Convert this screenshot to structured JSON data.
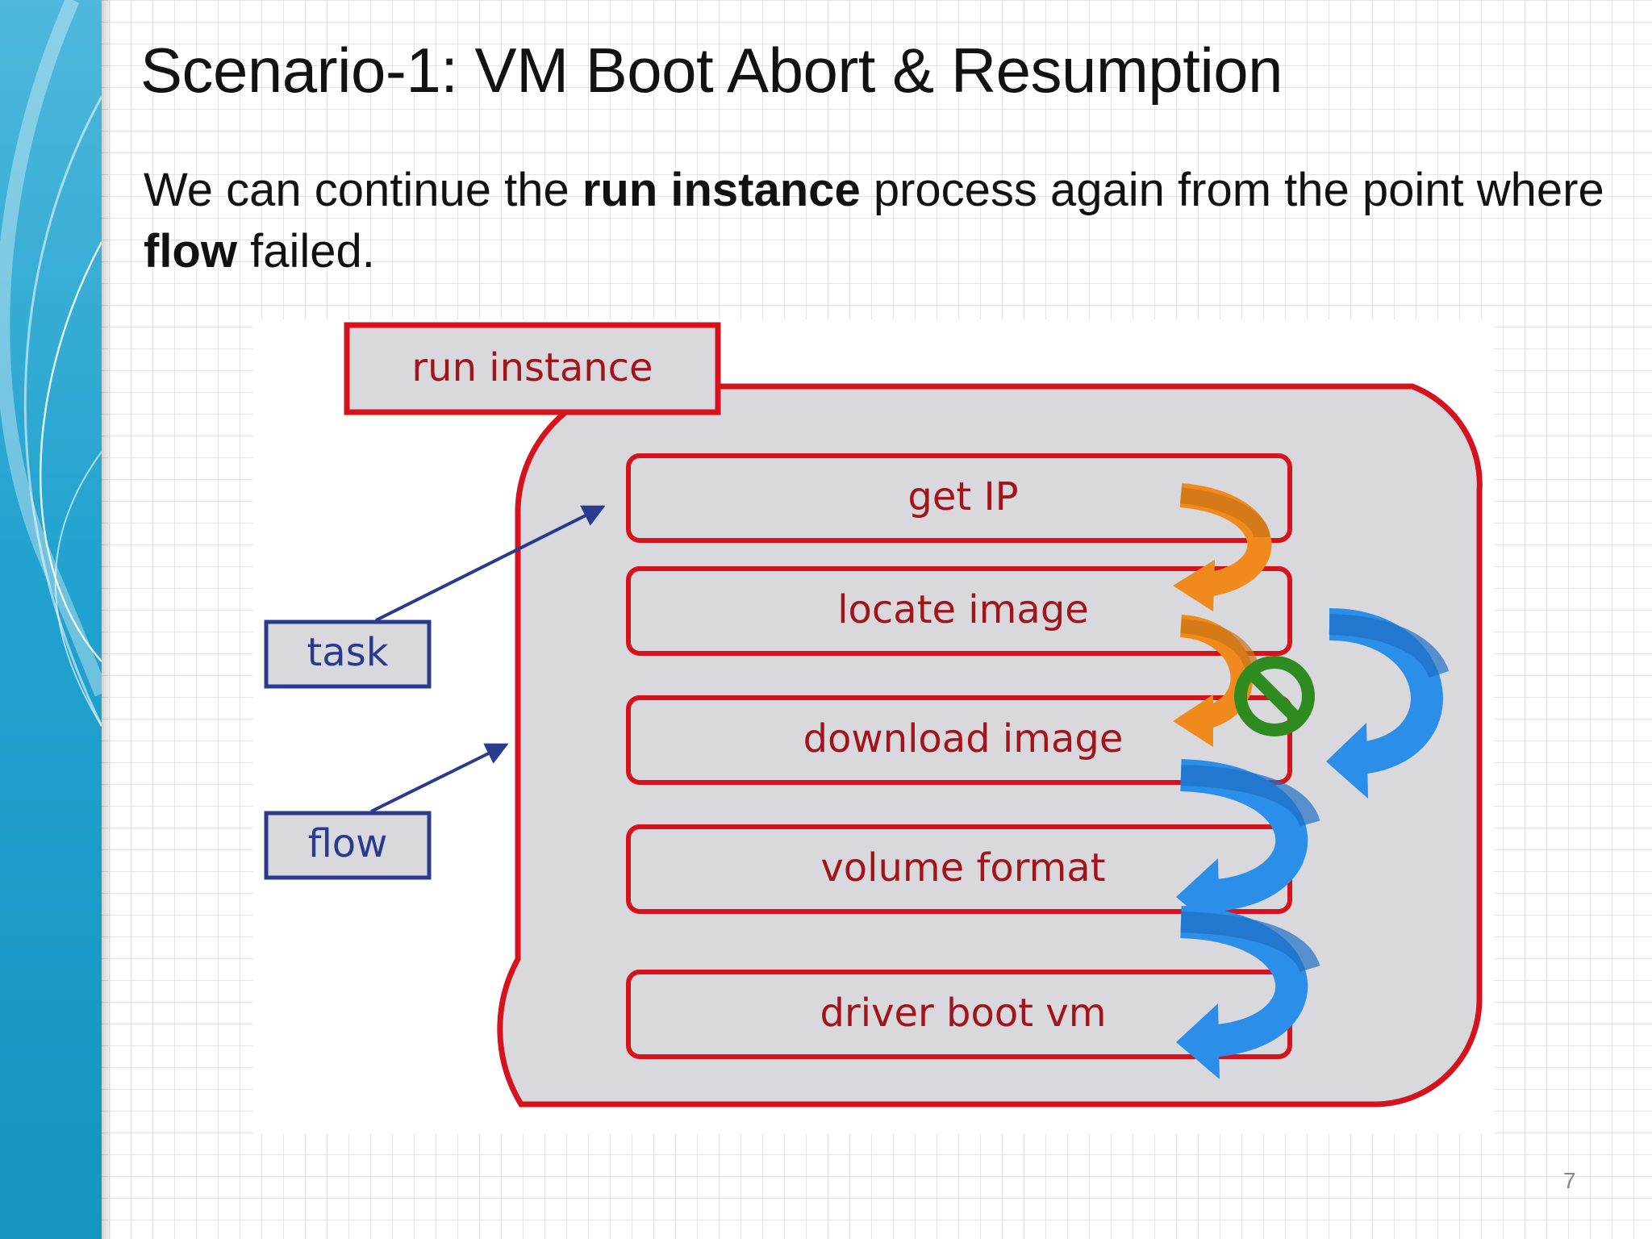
{
  "slide": {
    "title": "Scenario-1: VM Boot Abort & Resumption",
    "body": {
      "t1": "We can continue the ",
      "b1": "run instance",
      "t2": " process again from the point where ",
      "b2": "flow",
      "t3": " failed."
    },
    "page_number": "7"
  },
  "diagram": {
    "container_label": "run instance",
    "task_label": "task",
    "flow_label": "flow",
    "tasks": [
      "get IP",
      "locate image",
      "download image",
      "volume format",
      "driver boot vm"
    ],
    "colors": {
      "border_red": "#d6121c",
      "container_fill": "#d9d8dd",
      "label_red": "#a3141a",
      "navy": "#2a3b8f",
      "orange": "#f08a1c",
      "blue": "#2b8ee8",
      "green": "#2e8b1f"
    },
    "icons": [
      "orange-curved-arrow-icon",
      "blue-curved-arrow-icon",
      "green-prohibited-icon"
    ]
  }
}
